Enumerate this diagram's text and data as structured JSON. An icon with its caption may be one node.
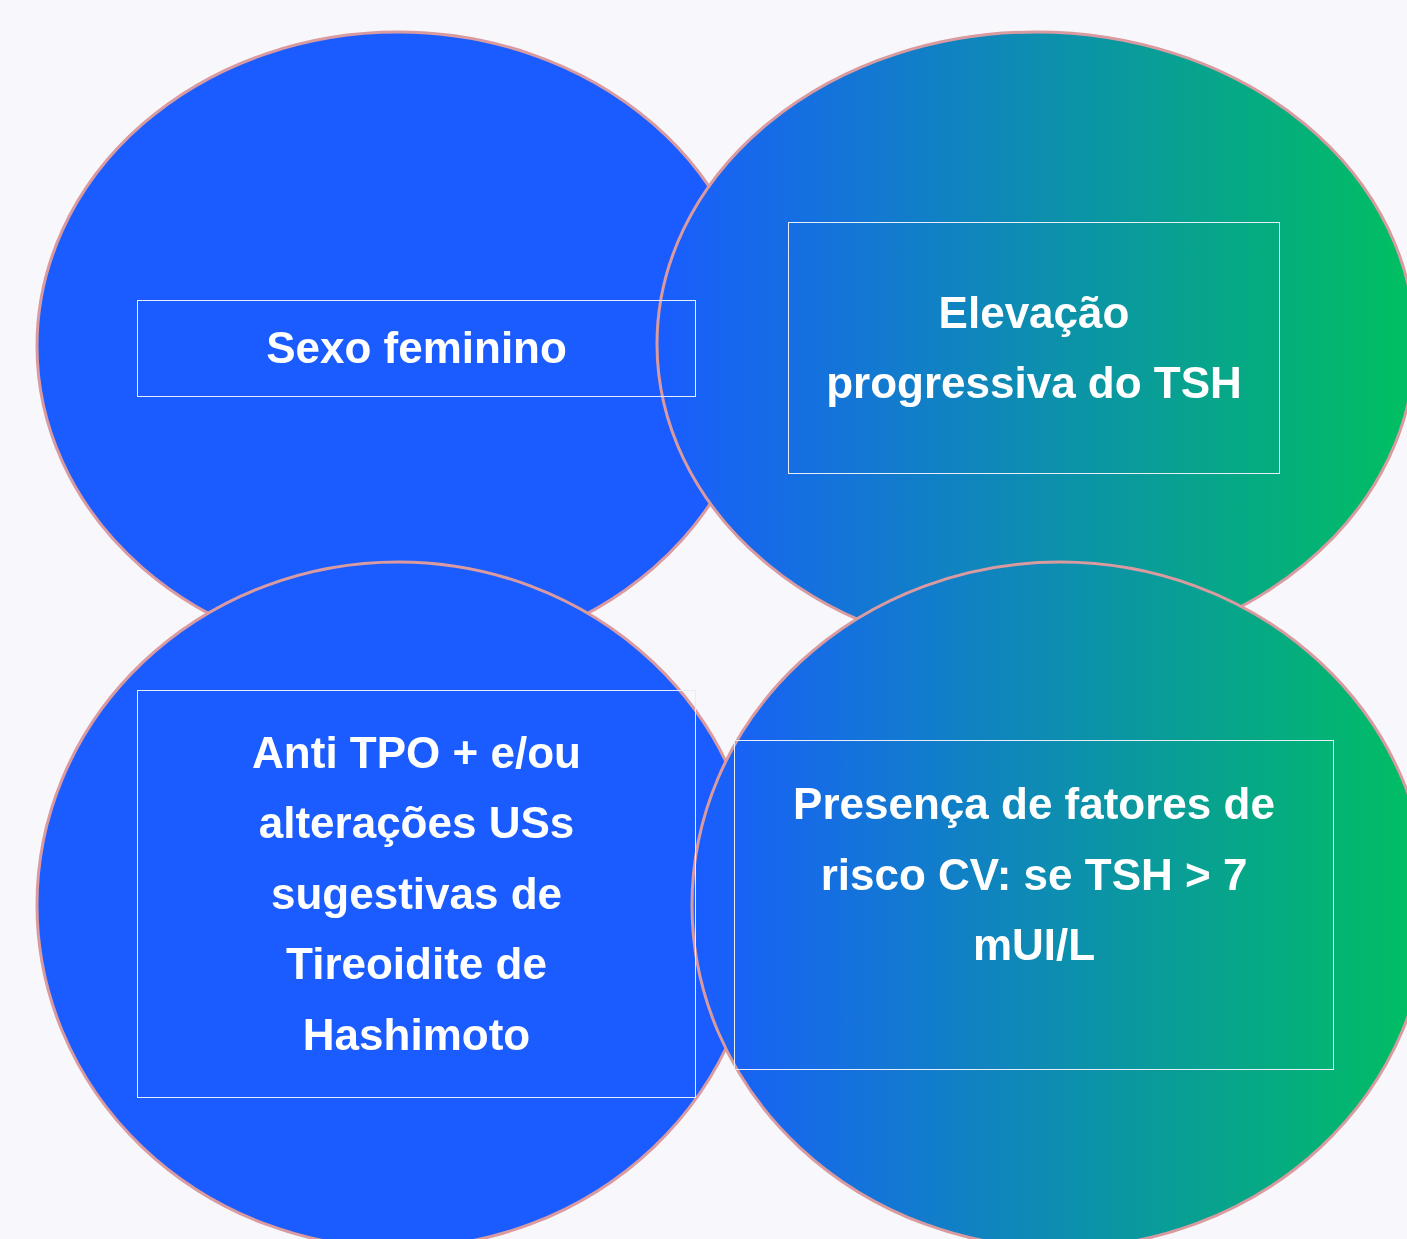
{
  "diagram": {
    "nodes": [
      {
        "text": [
          "Sexo feminino"
        ]
      },
      {
        "text": [
          "Elevação progressiva do TSH"
        ]
      },
      {
        "text": [
          "Anti TPO + e/ou alterações USs sugestivas de Tireoidite de Hashimoto"
        ]
      },
      {
        "text": [
          "Presença de fatores de risco CV: se TSH > 7 mUI/L"
        ]
      }
    ]
  }
}
